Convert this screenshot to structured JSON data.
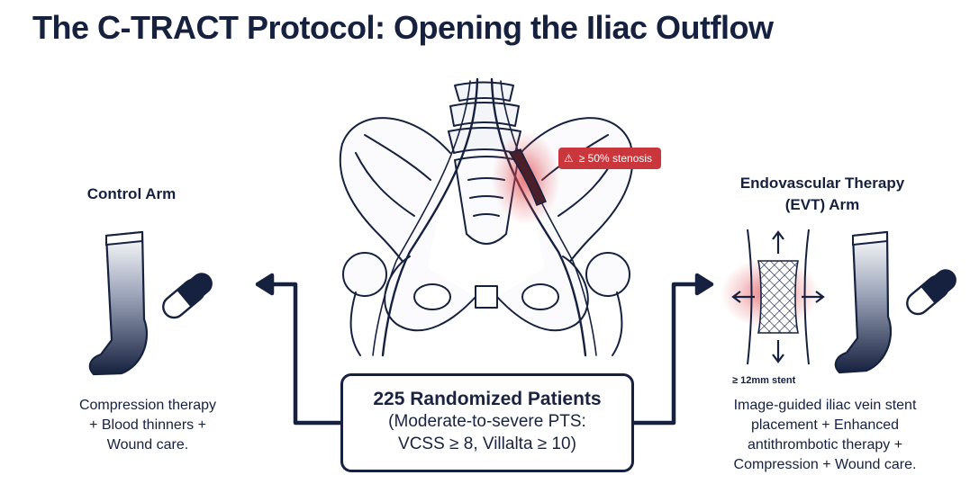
{
  "title": "The C-TRACT Protocol: Opening the Iliac Outflow",
  "annotation": {
    "stenosis": "≥ 50% stenosis",
    "stent": "≥ 12mm stent"
  },
  "control_arm": {
    "heading": "Control Arm",
    "description_lines": [
      "Compression therapy",
      "+ Blood thinners +",
      "Wound care."
    ]
  },
  "evt_arm": {
    "heading_lines": [
      "Endovascular Therapy",
      "(EVT) Arm"
    ],
    "description_lines": [
      "Image-guided iliac vein stent",
      "placement + Enhanced",
      "antithrombotic therapy +",
      "Compression + Wound care."
    ]
  },
  "randomization": {
    "headline": "225 Randomized Patients",
    "criteria_lines": [
      "(Moderate-to-severe PTS:",
      "VCSS ≥ 8, Villalta ≥ 10)"
    ]
  },
  "colors": {
    "navy": "#16213f",
    "alert_red": "#c9363b",
    "glow_red": "#e0474c"
  },
  "icons": [
    "pelvis-illustration",
    "compression-sock-icon",
    "pill-capsule-icon",
    "stent-icon",
    "warning-icon",
    "arrow-left-icon",
    "arrow-right-icon"
  ]
}
